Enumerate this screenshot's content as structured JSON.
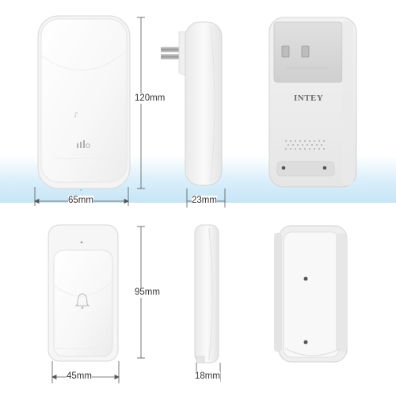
{
  "dimensions": {
    "receiver_height": "120mm",
    "receiver_width": "65mm",
    "receiver_depth": "23mm",
    "button_height": "95mm",
    "button_width": "45mm",
    "button_depth": "18mm"
  },
  "brand": {
    "logo": "INTEY"
  },
  "colors": {
    "device_white": "#fbfbfb",
    "device_edge": "#d7d7d7",
    "dimension_line": "#555555",
    "floor_blue": "#c7e5f6"
  }
}
